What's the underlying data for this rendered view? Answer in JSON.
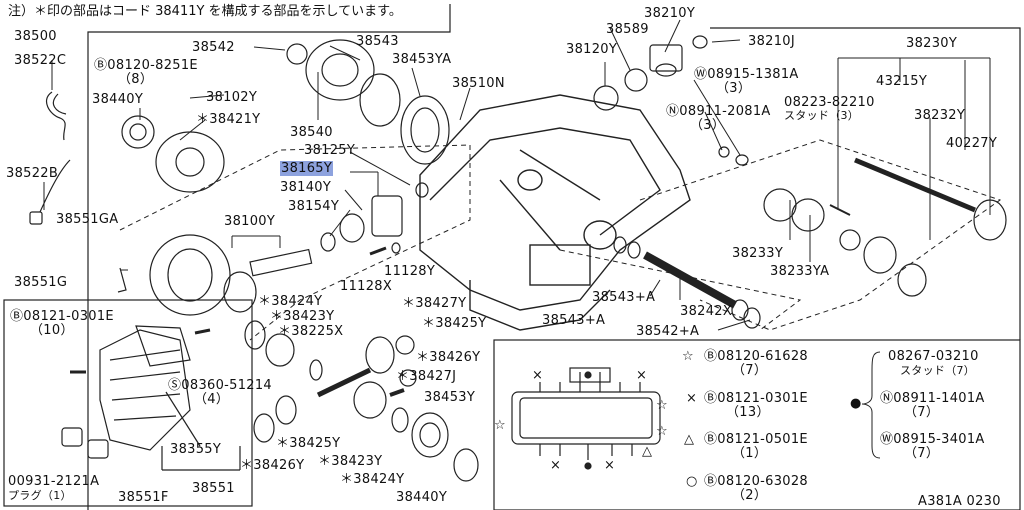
{
  "note": "注）＊印の部品はコード 38411Y を構成する部品を示しています。",
  "code": "A381A 0230",
  "labels": {
    "l38500": "38500",
    "l38522c": "38522C",
    "l38440y_a": "38440Y",
    "l08120_8251e": "Ⓑ08120-8251E",
    "l08120_8251e_q": "（8）",
    "l38102y": "38102Y",
    "l38421y": "＊38421Y",
    "l38542": "38542",
    "l38543": "38543",
    "l38453ya": "38453YA",
    "l38510n": "38510N",
    "l38540": "38540",
    "l38125y": "38125Y",
    "l38165y": "38165Y",
    "l38140y": "38140Y",
    "l38154y": "38154Y",
    "l38522b": "38522B",
    "l38551ga": "38551GA",
    "l38100y": "38100Y",
    "l38551g": "38551G",
    "l11128x": "11128X",
    "l11128y": "11128Y",
    "l38210y": "38210Y",
    "l38589": "38589",
    "l38120y": "38120Y",
    "l38210j": "38210J",
    "l08915_1381a": "Ⓦ08915-1381A",
    "l08915_1381a_q": "（3）",
    "l08911_2081a": "Ⓝ08911-2081A",
    "l08911_2081a_q": "（3）",
    "l38230y": "38230Y",
    "l43215y": "43215Y",
    "l08223_82210": "08223-82210",
    "l08223_stud": "スタッド（3）",
    "l38232y": "38232Y",
    "l40227y": "40227Y",
    "l38233y": "38233Y",
    "l38233ya": "38233YA",
    "l38543a_1": "38543+A",
    "l38242x": "38242X",
    "l38543a_2": "38543+A",
    "l38542a": "38542+A",
    "l08121_0301e": "Ⓑ08121-0301E",
    "l08121_0301e_q": "（10）",
    "l38424y_a": "＊38424Y",
    "l38423y_a": "＊38423Y",
    "l38225x": "＊38225X",
    "l38427y": "＊38427Y",
    "l38425y_a": "＊38425Y",
    "l38426y_a": "＊38426Y",
    "l38427j": "＊38427J",
    "l08360_51214": "Ⓢ08360-51214",
    "l08360_51214_q": "（4）",
    "l38453y": "38453Y",
    "l38425y_b": "＊38425Y",
    "l38355y": "38355Y",
    "l38426y_b": "＊38426Y",
    "l38423y_b": "＊38423Y",
    "l38424y_b": "＊38424Y",
    "l38440y_b": "38440Y",
    "l00931": "00931-2121A",
    "l00931_plug": "プラグ（1）",
    "l38551f": "38551F",
    "l38551": "38551"
  },
  "legend": {
    "star": "☆",
    "star_part": "Ⓑ08120-61628",
    "star_q": "（7）",
    "cross": "×",
    "cross_part": "Ⓑ08121-0301E",
    "cross_q": "（13）",
    "tri": "△",
    "tri_part": "Ⓑ08121-0501E",
    "tri_q": "（1）",
    "circ": "○",
    "circ_part": "Ⓑ08120-63028",
    "circ_q": "（2）",
    "dot": "●",
    "dot_p1": "08267-03210",
    "dot_p1_q": "スタッド（7）",
    "dot_p2": "Ⓝ08911-1401A",
    "dot_p2_q": "（7）",
    "dot_p3": "Ⓦ08915-3401A",
    "dot_p3_q": "（7）"
  }
}
